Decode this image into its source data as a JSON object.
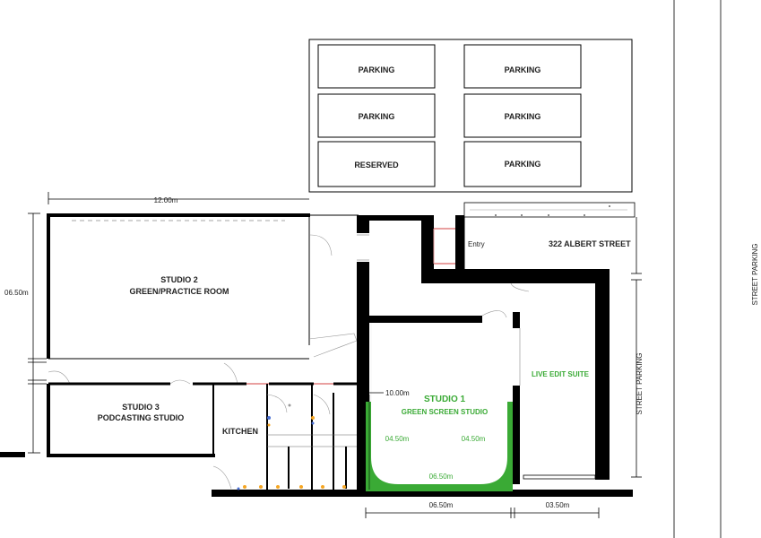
{
  "parking": {
    "spaces": [
      "PARKING",
      "PARKING",
      "PARKING",
      "PARKING",
      "RESERVED",
      "PARKING"
    ]
  },
  "street": {
    "address": "322  ALBERT STREET",
    "entry": "Entry",
    "street_parking_left": "STREET PARKING",
    "street_parking_right": "STREET PARKING"
  },
  "rooms": {
    "studio2_line1": "STUDIO 2",
    "studio2_line2": "GREEN/PRACTICE ROOM",
    "studio3_line1": "STUDIO 3",
    "studio3_line2": "PODCASTING STUDIO",
    "kitchen": "KITCHEN",
    "studio1_line1": "STUDIO 1",
    "studio1_line2": "GREEN SCREEN STUDIO",
    "live_edit": "LIVE EDIT SUITE"
  },
  "dimensions": {
    "top_width": "12.00m",
    "left_height": "06.50m",
    "studio1_height": "10.00m",
    "studio1_left": "04.50m",
    "studio1_right": "04.50m",
    "studio1_floor": "06.50m",
    "bottom_left": "06.50m",
    "bottom_right": "03.50m"
  },
  "colors": {
    "green": "#3aaa35",
    "wall": "#000000",
    "door_pink": "#e9a0a0",
    "fixture_orange": "#f5a623"
  }
}
